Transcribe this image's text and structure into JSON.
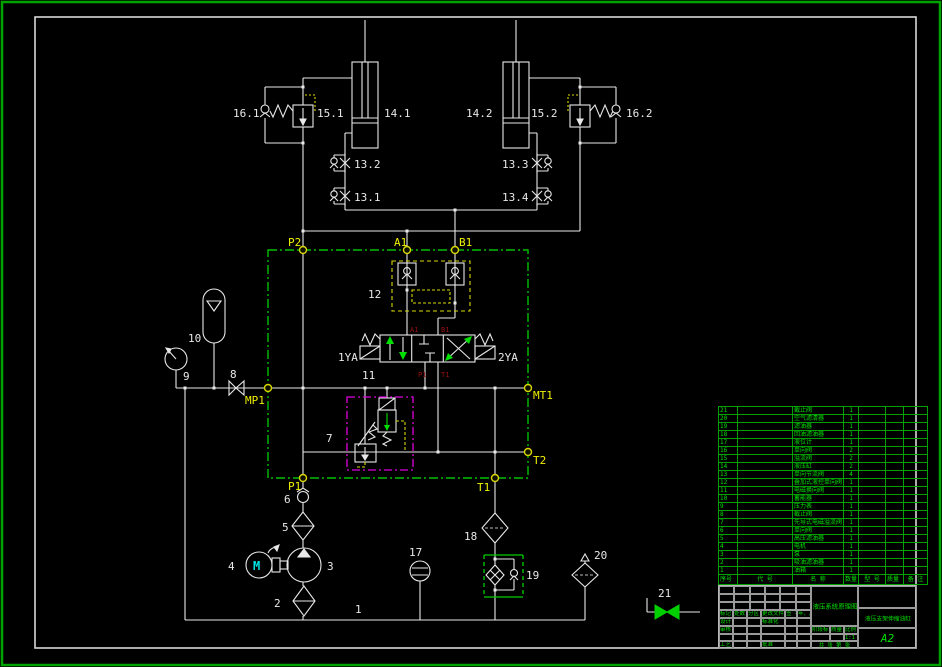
{
  "colors": {
    "background": "#000000",
    "line_white": "#e8e8e8",
    "frame_white": "#d8d8d8",
    "border_green": "#00a400",
    "manifold_green": "#00c000",
    "bright_green": "#00e000",
    "yellow": "#f0f000",
    "magenta": "#dd00dd",
    "cyan": "#00e5e5",
    "dark_red": "#9c1010"
  },
  "schematic": {
    "labels": {
      "n16_1": "16.1",
      "n15_1": "15.1",
      "n14_1": "14.1",
      "n14_2": "14.2",
      "n15_2": "15.2",
      "n16_2": "16.2",
      "n13_2": "13.2",
      "n13_1": "13.1",
      "n13_3": "13.3",
      "n13_4": "13.4",
      "n12": "12",
      "n11": "11",
      "n10": "10",
      "n9": "9",
      "n8": "8",
      "n7": "7",
      "n6": "6",
      "n5": "5",
      "n4": "4",
      "n3": "3",
      "n2": "2",
      "n1": "1",
      "n17": "17",
      "n18": "18",
      "n19": "19",
      "n20": "20",
      "n21": "21",
      "sol_left": "1YA",
      "sol_right": "2YA",
      "motor": "M"
    },
    "ports": {
      "p2": "P2",
      "a1": "A1",
      "b1": "B1",
      "mp1": "MP1",
      "mt1": "MT1",
      "t2": "T2",
      "p1": "P1",
      "t1": "T1"
    },
    "valve11_ports": {
      "a": "A1",
      "b": "B1",
      "p": "P1",
      "t": "T1"
    }
  },
  "title_block": {
    "bom_header": {
      "no": "序号",
      "code": "代 号",
      "name": "名 称",
      "qty": "数量",
      "model": "型 号",
      "mass": "质量",
      "note": "备 注"
    },
    "bom_rows": [
      {
        "no": "21",
        "name": "截止阀",
        "qty": "1"
      },
      {
        "no": "20",
        "name": "空气滤清器",
        "qty": "1"
      },
      {
        "no": "19",
        "name": "滤油器",
        "qty": "1"
      },
      {
        "no": "18",
        "name": "回油滤油器",
        "qty": "1"
      },
      {
        "no": "17",
        "name": "液位计",
        "qty": "1"
      },
      {
        "no": "16",
        "name": "单向阀",
        "qty": "2"
      },
      {
        "no": "15",
        "name": "溢流阀",
        "qty": "2"
      },
      {
        "no": "14",
        "name": "液压缸",
        "qty": "2"
      },
      {
        "no": "13",
        "name": "单向节流阀",
        "qty": "4"
      },
      {
        "no": "12",
        "name": "叠加式液控单向阀",
        "qty": "1"
      },
      {
        "no": "11",
        "name": "电磁换向阀",
        "qty": "1"
      },
      {
        "no": "10",
        "name": "蓄能器",
        "qty": "1"
      },
      {
        "no": "9",
        "name": "压力表",
        "qty": "1"
      },
      {
        "no": "8",
        "name": "截止阀",
        "qty": "1"
      },
      {
        "no": "7",
        "name": "先导式电磁溢流阀",
        "qty": "1"
      },
      {
        "no": "6",
        "name": "单向阀",
        "qty": "1"
      },
      {
        "no": "5",
        "name": "高压滤油器",
        "qty": "1"
      },
      {
        "no": "4",
        "name": "电机",
        "qty": "1"
      },
      {
        "no": "3",
        "name": "泵",
        "qty": "1"
      },
      {
        "no": "2",
        "name": "吸油滤油器",
        "qty": "1"
      },
      {
        "no": "1",
        "name": "油箱",
        "qty": "1"
      }
    ],
    "rev_cells": [
      "标记",
      "处数",
      "分区",
      "更改文件号",
      "签 名",
      "年、月、日"
    ],
    "sign_cells": [
      "设计",
      "",
      "",
      "标准化",
      "",
      ""
    ],
    "check_label": "审核",
    "craft_label": "工艺",
    "approve_label": "批准",
    "stage_label": "阶段标记",
    "mass_label": "质量",
    "scale_label": "比例",
    "scale_value": "1:1",
    "sheet_text": "共 张 第 张",
    "drawing_title": "液压系统原理图",
    "project_name": "液压支架伸缩油缸",
    "sheet_size": "A2"
  }
}
